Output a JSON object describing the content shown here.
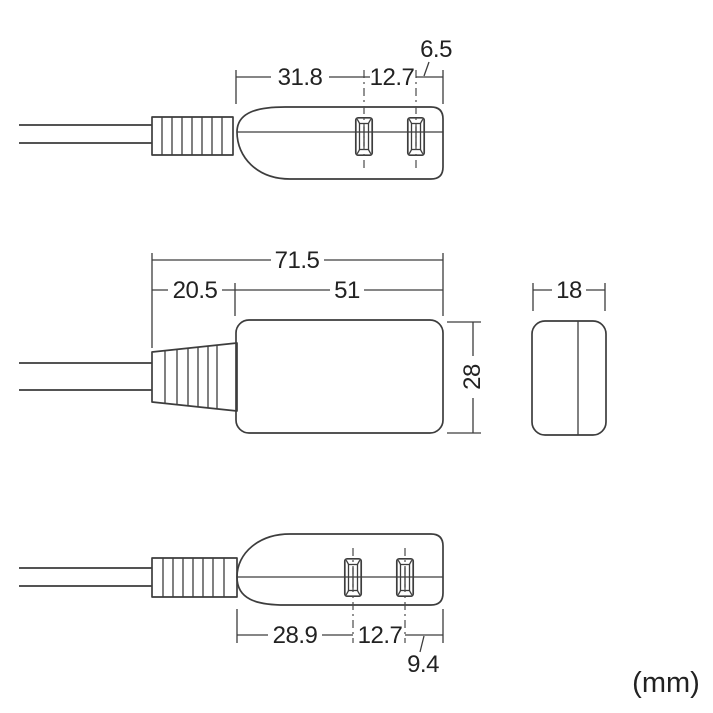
{
  "units_label": "(mm)",
  "colors": {
    "line": "#3d3d3d",
    "text": "#222222",
    "background": "#ffffff"
  },
  "views": {
    "top": {
      "dims": {
        "port1_offset": "31.8",
        "port_pitch": "12.7",
        "end_offset": "6.5"
      }
    },
    "side": {
      "dims": {
        "overall_length": "71.5",
        "boot_length": "20.5",
        "body_length": "51",
        "body_height": "28"
      }
    },
    "end": {
      "dims": {
        "body_width": "18"
      }
    },
    "bottom": {
      "dims": {
        "port1_offset": "28.9",
        "port_pitch": "12.7",
        "end_offset": "9.4"
      }
    }
  }
}
